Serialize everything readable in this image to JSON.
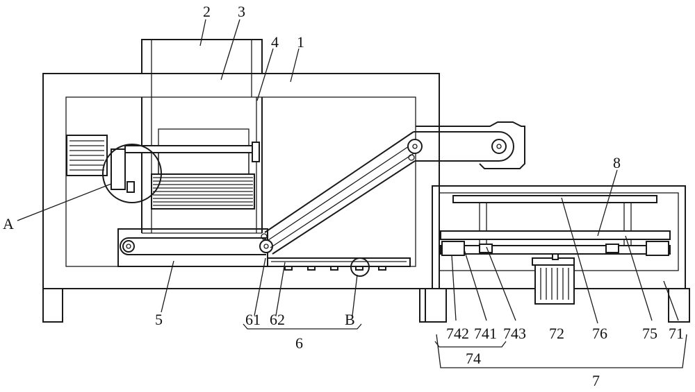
{
  "labels": {
    "l2": "2",
    "l3": "3",
    "l4": "4",
    "l1": "1",
    "l8": "8",
    "lA": "A",
    "l5": "5",
    "l61": "61",
    "l62": "62",
    "lB": "B",
    "l6": "6",
    "l742": "742",
    "l741": "741",
    "l743": "743",
    "l72": "72",
    "l76": "76",
    "l75": "75",
    "l71": "71",
    "l74": "74",
    "l7": "7"
  }
}
